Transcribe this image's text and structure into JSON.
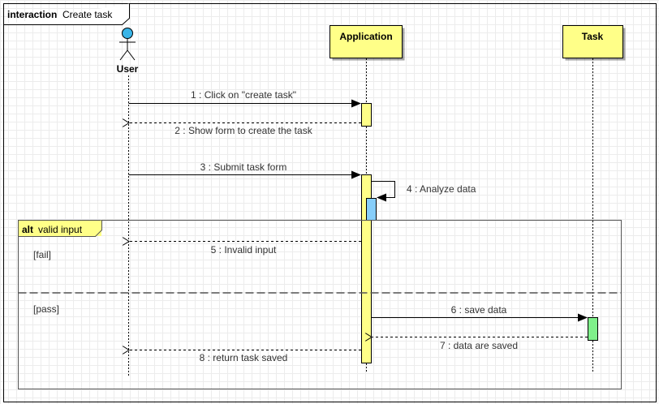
{
  "frame": {
    "keyword": "interaction",
    "name": "Create task"
  },
  "lifelines": {
    "user": {
      "label": "User"
    },
    "application": {
      "label": "Application"
    },
    "task": {
      "label": "Task"
    }
  },
  "messages": [
    {
      "label": "1 : Click on \"create task\"",
      "kind": "sync"
    },
    {
      "label": "2 : Show form to create the task",
      "kind": "reply"
    },
    {
      "label": "3 : Submit task form",
      "kind": "sync"
    },
    {
      "label": "4 : Analyze data",
      "kind": "self"
    },
    {
      "label": "5 : Invalid input",
      "kind": "reply"
    },
    {
      "label": "6 : save data",
      "kind": "sync"
    },
    {
      "label": "7 : data are saved",
      "kind": "reply"
    },
    {
      "label": "8 : return task saved",
      "kind": "reply"
    }
  ],
  "fragment": {
    "operator": "alt",
    "condition": "valid input",
    "guards": [
      "[fail]",
      "[pass]"
    ]
  },
  "colors": {
    "lifeline_box": "#ffff88",
    "activation_main": "#ffff88",
    "activation_self": "#87cefa",
    "activation_task": "#7ff08a",
    "actor_head": "#3ab5e8",
    "line": "#000000"
  },
  "icons": {
    "actor": "stick-figure-icon"
  }
}
